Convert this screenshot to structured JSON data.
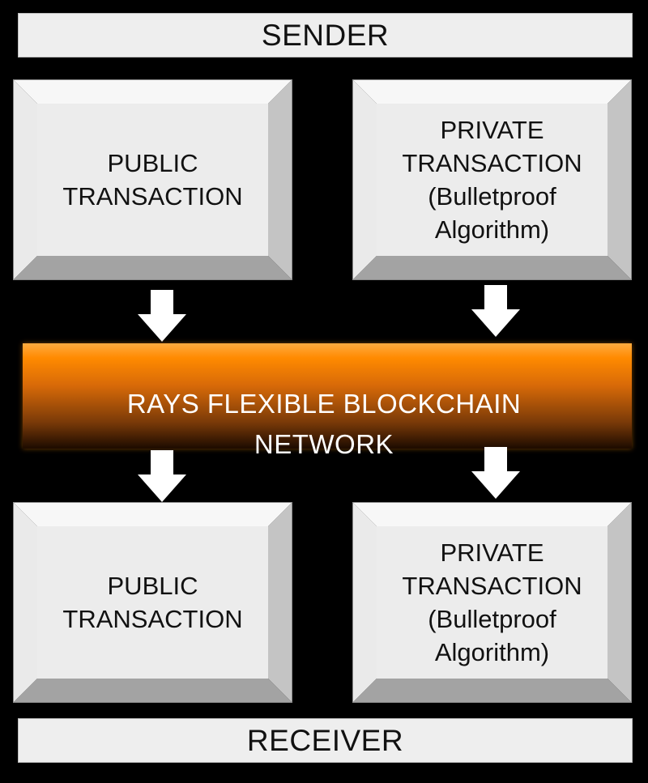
{
  "sender": {
    "label": "SENDER"
  },
  "receiver": {
    "label": "RECEIVER"
  },
  "top_boxes": {
    "public": {
      "line1": "PUBLIC",
      "line2": "TRANSACTION"
    },
    "private": {
      "line1": "PRIVATE",
      "line2": "TRANSACTION",
      "line3": "(Bulletproof",
      "line4": "Algorithm)"
    }
  },
  "network": {
    "line1": "RAYS FLEXIBLE BLOCKCHAIN",
    "line2": "NETWORK"
  },
  "bottom_boxes": {
    "public": {
      "line1": "PUBLIC",
      "line2": "TRANSACTION"
    },
    "private": {
      "line1": "PRIVATE",
      "line2": "TRANSACTION",
      "line3": "(Bulletproof",
      "line4": "Algorithm)"
    }
  },
  "colors": {
    "background": "#000000",
    "box_face": "#eeeeee",
    "network_orange": "#ff8a00",
    "arrow": "#ffffff"
  }
}
